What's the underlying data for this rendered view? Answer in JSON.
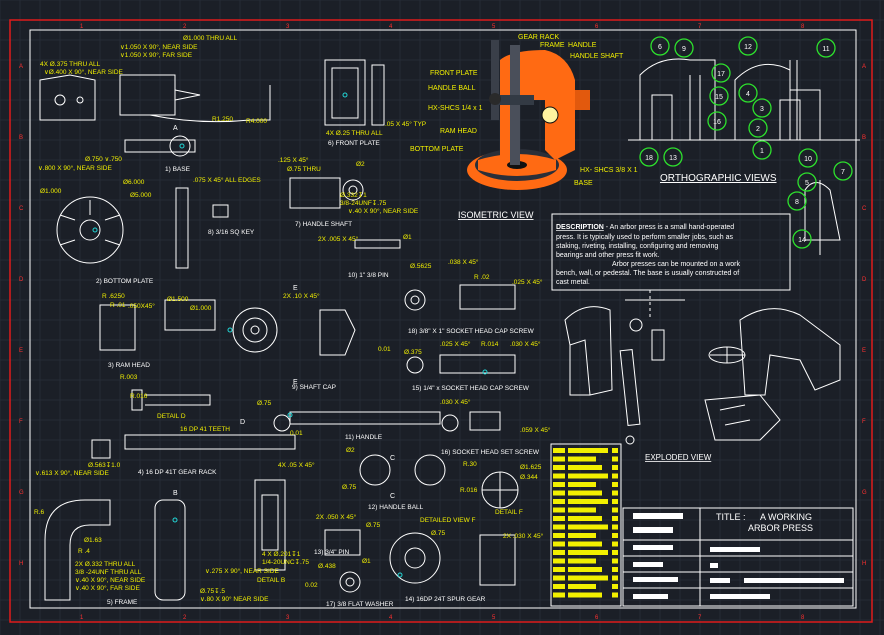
{
  "colors": {
    "background": "#1b1f27",
    "border": "#e01b1b",
    "text": "#ffffff",
    "dim": "#f2f000",
    "balloon": "#2de02d",
    "accent": "#22d6d6",
    "iso": "#ff6a13"
  },
  "border": {
    "top_numbers": [
      "1",
      "2",
      "3",
      "4",
      "5",
      "6",
      "7",
      "8"
    ],
    "side_letters": [
      "A",
      "B",
      "C",
      "D",
      "E",
      "F",
      "G",
      "H"
    ]
  },
  "parts": {
    "base": "1)   BASE",
    "bottom_plate": "2) BOTTOM PLATE",
    "ram_head": "3) RAM HEAD",
    "gear_rack": "4) 16 DP 41T GEAR RACK",
    "frame": "5) FRAME",
    "front_plate": "6) FRONT PLATE",
    "handle_shaft": "7) HANDLE SHAFT",
    "sq_key": "8) 3/16 SQ KEY",
    "shaft_cap": "9) SHAFT CAP",
    "pin": "10) 1\" 3/8  PIN",
    "handle": "11) HANDLE",
    "handle_ball": "12) HANDLE BALL",
    "pin_34": "13) 3/4\" PIN",
    "spur_gear": "14) 16DP 24T SPUR GEAR",
    "cap_screw_1": "15) 1/4\" x SOCKET HEAD CAP SCREW",
    "set_screw": "16) SOCKET HEAD SET SCREW",
    "flat_washer": "17) 3/8 FLAT WASHER",
    "cap_screw_38": "18) 3/8\" X 1\" SOCKET HEAD CAP SCREW"
  },
  "dims": {
    "d1": "Ø1.000 THRU ALL",
    "d2": "∨1.050 X 90°, NEAR SIDE",
    "d3": "∨1.050 X 90°, FAR SIDE",
    "d4": "4X Ø.375 THRU ALL",
    "d5": "∨Ø.400 X 90°, NEAR SIDE",
    "d6": "R1.250",
    "d7": "R4.000",
    "d8": "4X Ø.25 THRU ALL",
    "d9": ".05 X 45° TYP",
    "d10": "Ø.750  ∨.750",
    "d11": "∨.800 X 90°, NEAR SIDE",
    "d12": "Ø6.000",
    "d13": "Ø5.000",
    "d14": "Ø1.000",
    "d15": ".075 X 45° ALL EDGES",
    "d16": ".125 X 45°",
    "d17": "Ø.75 THRU",
    "d18": "Ø2",
    "d19": "Ø.332↧1",
    "d20": "3/8-24UNF↧.75",
    "d21": "∨.40 X 90°, NEAR SIDE",
    "d22": "2X .005 X 45°",
    "d23": "Ø1",
    "d24": "R .6250",
    "d25": "R .01",
    "d26": ".050X45°",
    "d27": "Ø1.500",
    "d28": "Ø1.000",
    "d29": "2X .10 X 45°",
    "d30": "R.003",
    "d31": "R.016",
    "d32": "DETAIL D",
    "d33": "16 DP 41 TEETH",
    "d34": "Ø.75",
    "d35": "Ø.563↧1.0",
    "d36": "∨.613 X 90°, NEAR SIDE",
    "d37": "Ø.5625",
    "d38": ".038 X 45°",
    "d39": "R .02",
    "d40": ".025 X 45°",
    "d41": "Ø.375",
    "d42": ".025 X 45°",
    "d43": "R.014",
    "d44": ".030 X 45°",
    "d45": ".030 X 45°",
    "d46": ".059 X 45°",
    "d47": "4X .05 X 45°",
    "d48": "Ø2",
    "d49": "Ø.75",
    "d50": "R.30",
    "d51": "Ø1.625",
    "d52": "Ø.344",
    "d53": "R.016",
    "d54": "DETAIL F",
    "d55": "4 X Ø.201↧1",
    "d56": "1/4-20UNC↧.75",
    "d57": "∨.275 X 90°, NEAR SIDE",
    "d58": "DETAIL B",
    "d59": "2X .050 X 45°",
    "d60": "Ø.75",
    "d61": "DETAILED VIEW F",
    "d62": "Ø.75",
    "d63": "2X .030 X 45°",
    "d64": "Ø1.63",
    "d65": "R .4",
    "d66": "R.6",
    "d67": "2X Ø.332 THRU ALL",
    "d68": "3/8 -24UNF THRU ALL",
    "d69": "∨.40 X 90°, NEAR SIDE",
    "d70": "∨.40 X 90°, FAR SIDE",
    "d71": "Ø.438",
    "d72": "Ø1",
    "d73": "Ø.75↧.5",
    "d74": "∨.80 X 90° NEAR SIDE",
    "d75": "0.02",
    "d76": "0.01",
    "d77": "0.01"
  },
  "iso": {
    "title": "ISOMETRIC VIEW",
    "labels": [
      "GEAR RACK",
      "FRAME",
      "HANDLE",
      "HANDLE SHAFT",
      "FRONT PLATE",
      "HANDLE BALL",
      "HX-SHCS 1/4 x 1",
      "RAM HEAD",
      "BOTTOM PLATE",
      "HX- SHCS 3/8 X 1",
      "BASE"
    ]
  },
  "ortho": {
    "title": "ORTHOGRAPHIC VIEWS",
    "balloons": [
      "6",
      "9",
      "17",
      "15",
      "16",
      "18",
      "13",
      "12",
      "11",
      "4",
      "3",
      "2",
      "1",
      "10",
      "5",
      "8",
      "7",
      "14"
    ]
  },
  "description": {
    "heading": "DESCRIPTION",
    "line1": " -  An arbor press is a small hand-operated",
    "line2": "press. It is typically used to perform smaller jobs, such as",
    "line3": "staking, riveting, installing, configuring and removing",
    "line4": "bearings and other press fit work.",
    "line5": "Arbor presses can be mounted on a work",
    "line6": "bench, wall, or pedestal. The base is usually constructed of",
    "line7": "cast metal."
  },
  "exploded": {
    "title": "EXPLODED VIEW"
  },
  "title_block": {
    "label": "TITLE :",
    "value_1": "A WORKING",
    "value_2": "ARBOR  PRESS"
  },
  "markers": {
    "a": "A",
    "b": "B",
    "d": "D",
    "e1": "E",
    "e2": "E",
    "c1": "C",
    "c2": "C"
  }
}
